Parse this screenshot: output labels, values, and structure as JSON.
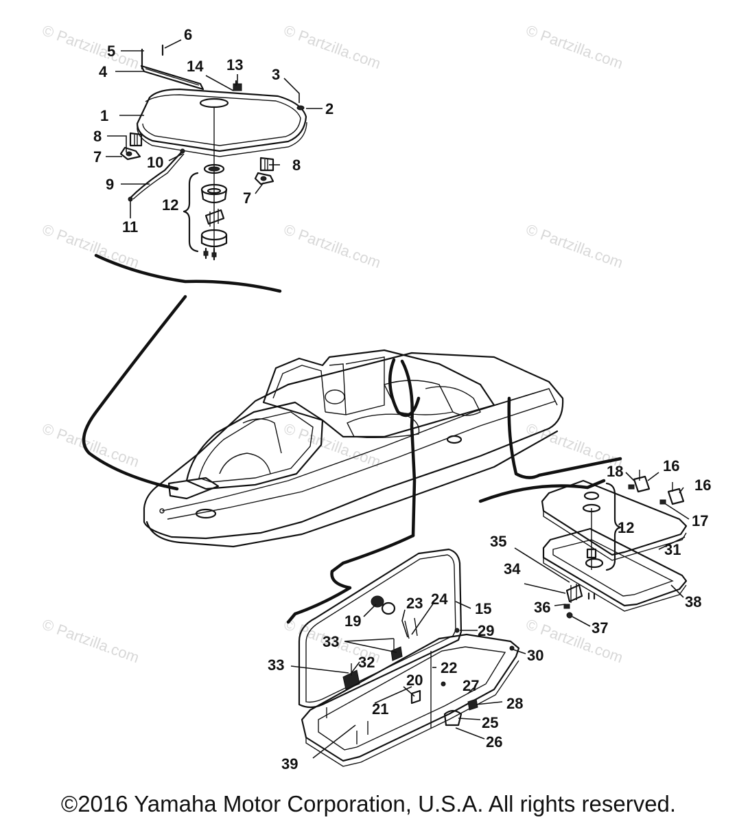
{
  "watermark": "© Partzilla.com",
  "copyright": "©2016 Yamaha Motor Corporation, U.S.A. All rights reserved.",
  "callouts": [
    "1",
    "2",
    "3",
    "4",
    "5",
    "6",
    "7",
    "7",
    "8",
    "8",
    "9",
    "10",
    "11",
    "12",
    "12",
    "13",
    "14",
    "15",
    "16",
    "16",
    "17",
    "18",
    "19",
    "20",
    "21",
    "22",
    "23",
    "24",
    "25",
    "26",
    "27",
    "28",
    "29",
    "30",
    "31",
    "32",
    "33",
    "33",
    "34",
    "35",
    "36",
    "37",
    "38",
    "39"
  ]
}
